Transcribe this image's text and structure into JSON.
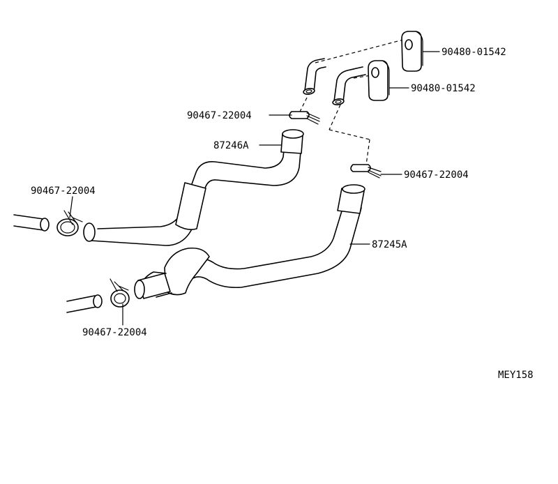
{
  "labels": {
    "grommet_upper": "90480-01542",
    "grommet_lower": "90480-01542",
    "clip_upper": "90467-22004",
    "hose_upper": "87246A",
    "clip_right": "90467-22004",
    "clip_left": "90467-22004",
    "hose_lower": "87245A",
    "clip_bottom": "90467-22004",
    "figure_code": "MEY158"
  }
}
